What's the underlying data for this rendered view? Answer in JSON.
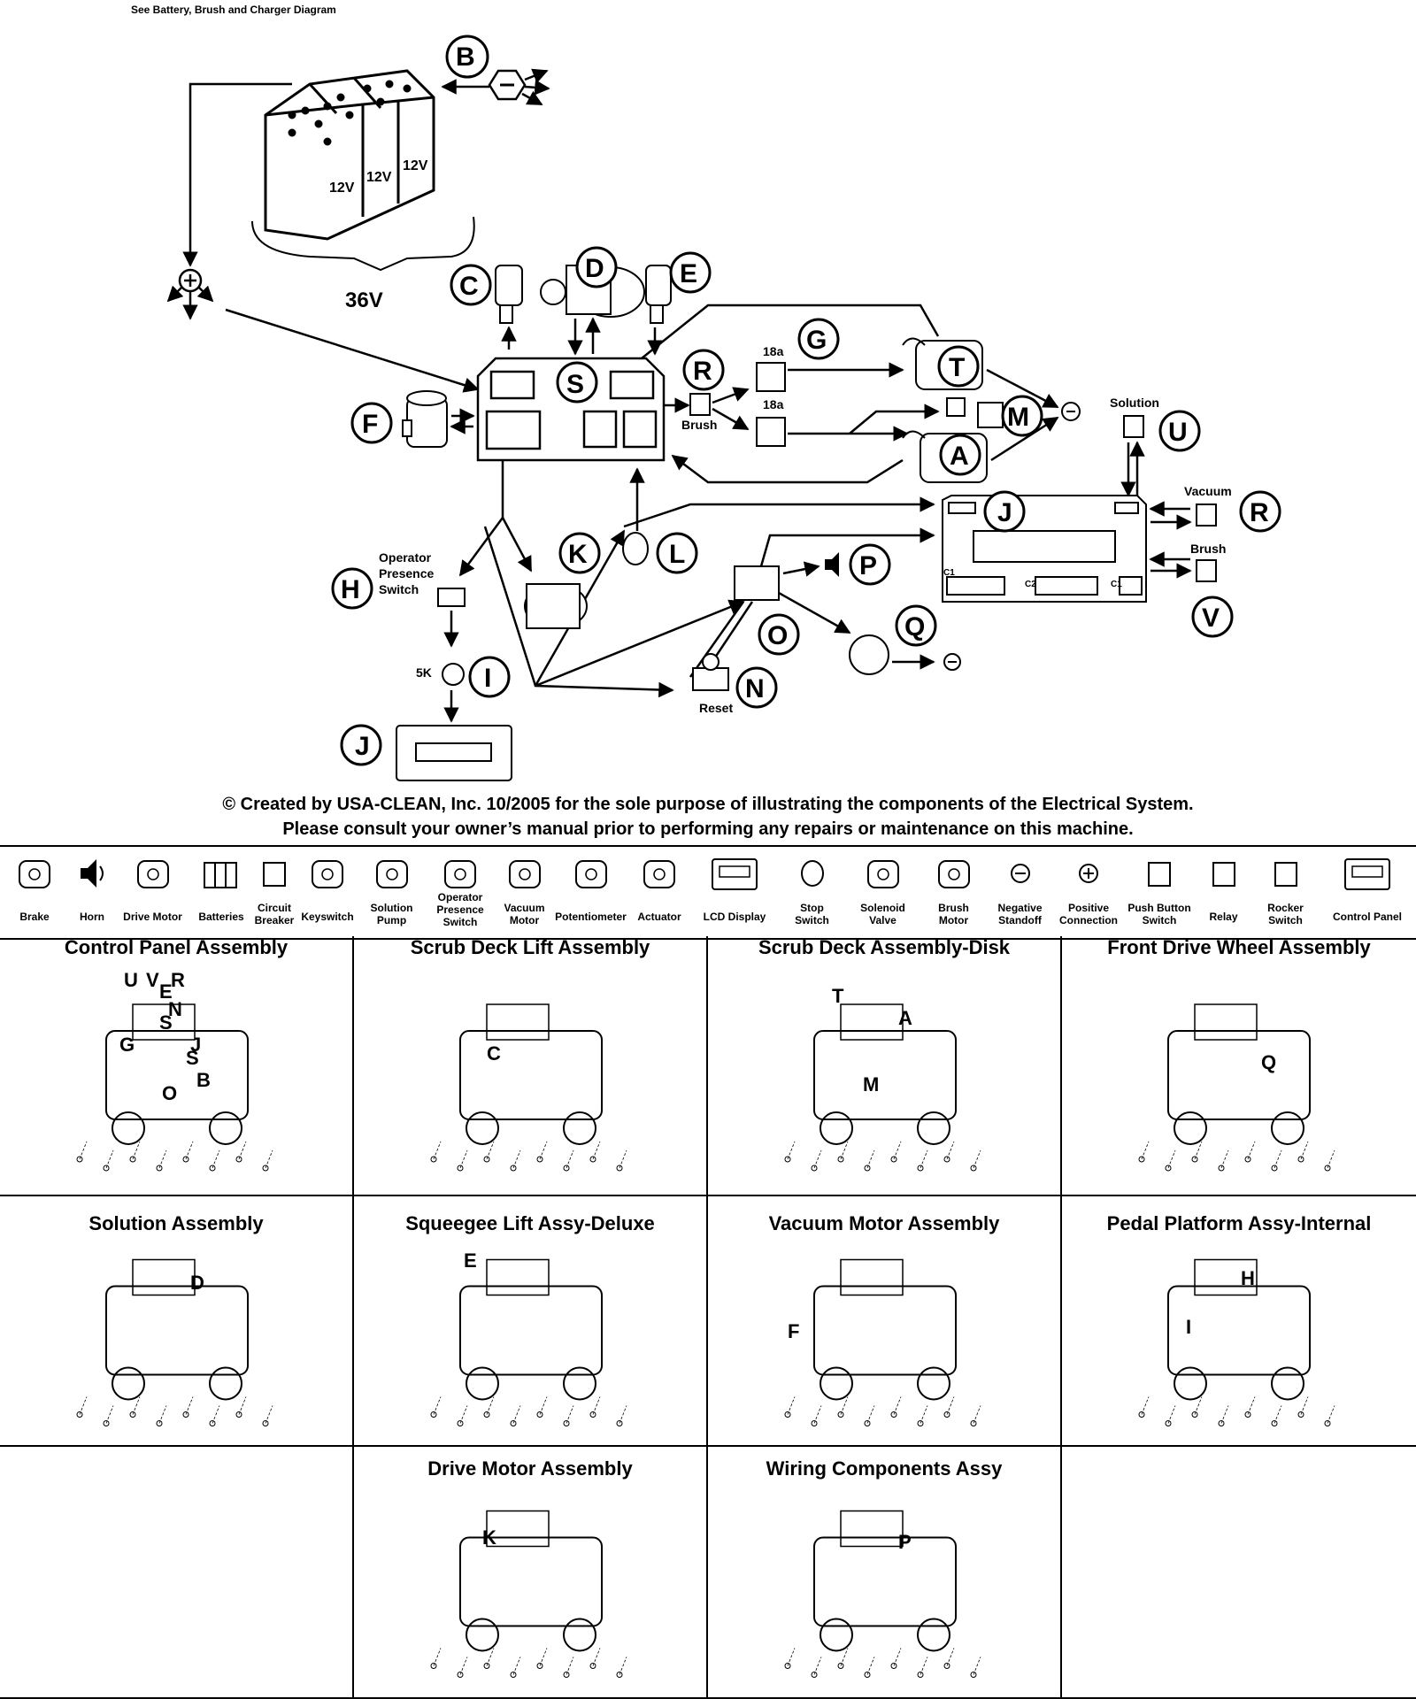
{
  "header_note": "See Battery, Brush and Charger Diagram",
  "diagram": {
    "battery_labels": [
      "12V",
      "12V",
      "12V"
    ],
    "voltage": "36V",
    "letters": {
      "A": "A",
      "B": "B",
      "C": "C",
      "D": "D",
      "E": "E",
      "F": "F",
      "G": "G",
      "H": "H",
      "I": "I",
      "J1": "J",
      "J2": "J",
      "K": "K",
      "L": "L",
      "M": "M",
      "N": "N",
      "O": "O",
      "P": "P",
      "Q": "Q",
      "R1": "R",
      "R2": "R",
      "S": "S",
      "T": "T",
      "U": "U",
      "V": "V"
    },
    "breaker1": "18a",
    "breaker2": "18a",
    "brush": "Brush",
    "operator_presence": [
      "Operator",
      "Presence",
      "Switch"
    ],
    "pot": "5K",
    "reset": "Reset",
    "solution": "Solution",
    "vacuum": "Vacuum",
    "brush_right": "Brush",
    "c1": "C1",
    "c2": "C2",
    "c1b": "C1"
  },
  "copyright": {
    "line1": "© Created by USA-CLEAN, Inc. 10/2005 for the sole purpose of illustrating the components of the Electrical System.",
    "line2": "Please consult your owner’s manual prior to performing any repairs or maintenance on this machine."
  },
  "legend": [
    {
      "label": "Brake",
      "icon": "brake-icon"
    },
    {
      "label": "Horn",
      "icon": "horn-icon"
    },
    {
      "label": "Drive Motor",
      "icon": "drive-motor-icon"
    },
    {
      "label": "Batteries",
      "icon": "batteries-icon"
    },
    {
      "label": "Circuit\nBreaker",
      "icon": "circuit-breaker-icon"
    },
    {
      "label": "Keyswitch",
      "icon": "keyswitch-icon"
    },
    {
      "label": "Solution\nPump",
      "icon": "solution-pump-icon"
    },
    {
      "label": "Operator\nPresence\nSwitch",
      "icon": "operator-switch-icon"
    },
    {
      "label": "Vacuum\nMotor",
      "icon": "vacuum-motor-icon"
    },
    {
      "label": "Potentiometer",
      "icon": "potentiometer-icon"
    },
    {
      "label": "Actuator",
      "icon": "actuator-icon"
    },
    {
      "label": "LCD Display",
      "icon": "lcd-display-icon"
    },
    {
      "label": "Stop\nSwitch",
      "icon": "stop-switch-icon"
    },
    {
      "label": "Solenoid\nValve",
      "icon": "solenoid-valve-icon"
    },
    {
      "label": "Brush\nMotor",
      "icon": "brush-motor-icon"
    },
    {
      "label": "Negative\nStandoff",
      "icon": "negative-standoff-icon"
    },
    {
      "label": "Positive\nConnection",
      "icon": "positive-connection-icon"
    },
    {
      "label": "Push Button\nSwitch",
      "icon": "push-button-icon"
    },
    {
      "label": "Relay",
      "icon": "relay-icon"
    },
    {
      "label": "Rocker\nSwitch",
      "icon": "rocker-switch-icon"
    },
    {
      "label": "Control Panel",
      "icon": "control-panel-icon"
    }
  ],
  "assemblies": [
    {
      "title": "Control Panel Assembly",
      "letters": [
        "U",
        "V",
        "R",
        "E",
        "N",
        "S",
        "J",
        "G",
        "S",
        "O",
        "B"
      ]
    },
    {
      "title": "Scrub Deck Lift Assembly",
      "letters": [
        "C"
      ]
    },
    {
      "title": "Scrub Deck Assembly-Disk",
      "letters": [
        "T",
        "A",
        "M"
      ]
    },
    {
      "title": "Front Drive Wheel Assembly",
      "letters": [
        "Q"
      ]
    },
    {
      "title": "Solution Assembly",
      "letters": [
        "D"
      ]
    },
    {
      "title": "Squeegee Lift Assy-Deluxe",
      "letters": [
        "E"
      ]
    },
    {
      "title": "Vacuum Motor Assembly",
      "letters": [
        "F"
      ]
    },
    {
      "title": "Pedal Platform Assy-Internal",
      "letters": [
        "H",
        "I"
      ]
    },
    {
      "title": "",
      "letters": []
    },
    {
      "title": "Drive Motor Assembly",
      "letters": [
        "K"
      ]
    },
    {
      "title": "Wiring Components Assy",
      "letters": [
        "P"
      ]
    },
    {
      "title": "",
      "letters": []
    }
  ]
}
